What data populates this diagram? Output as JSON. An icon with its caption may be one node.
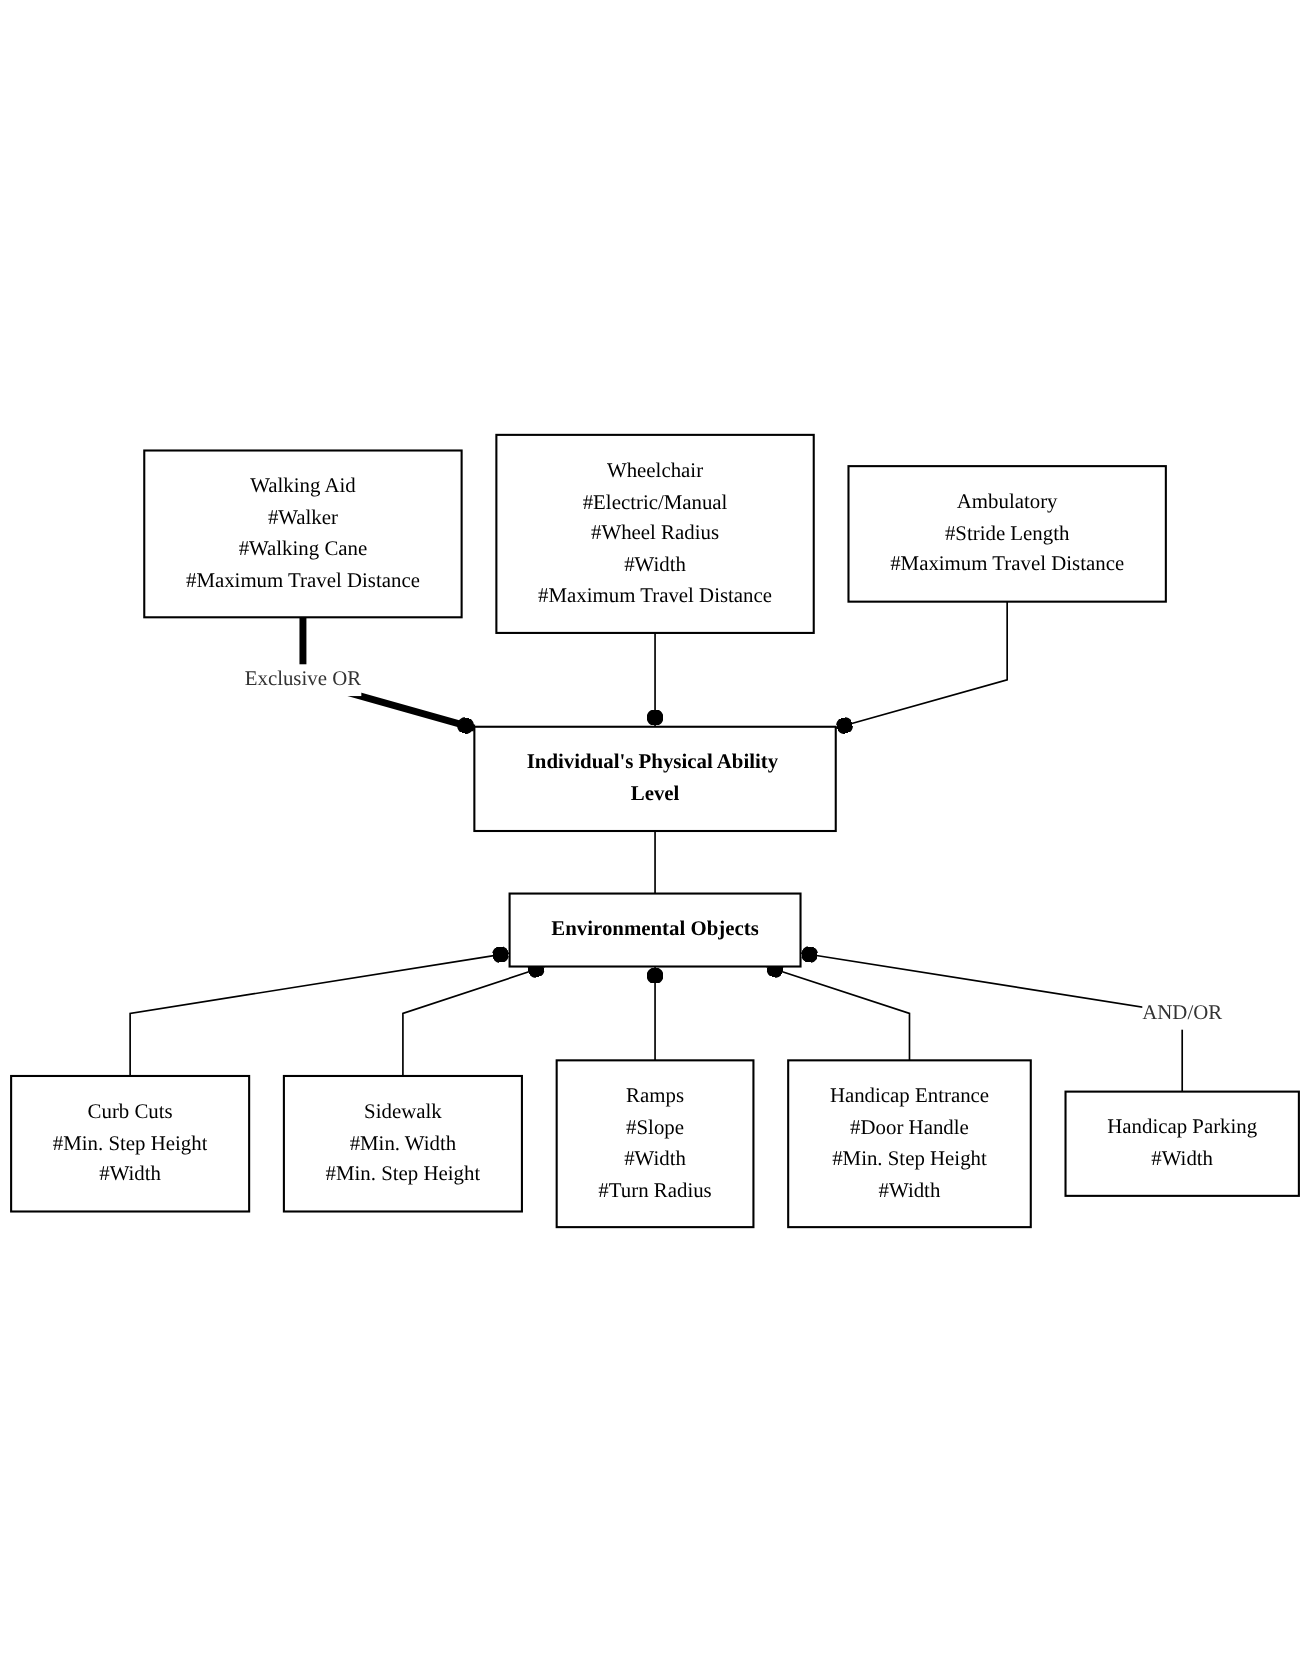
{
  "diagram": {
    "nodes": [
      {
        "text": [
          "Walking Aid",
          "#Walker",
          "#Walking Cane",
          "#Maximum Travel Distance"
        ]
      },
      {
        "text": [
          "Wheelchair",
          "#Electric/Manual",
          "#Wheel Radius",
          "#Width",
          "#Maximum Travel Distance"
        ]
      },
      {
        "text": [
          "Ambulatory",
          "#Stride Length",
          "#Maximum Travel Distance"
        ]
      },
      {
        "text": [
          "Individual's Physical Ability Level"
        ]
      },
      {
        "text": [
          "Environmental Objects"
        ]
      },
      {
        "text": [
          "Curb Cuts",
          "#Min. Step Height",
          "#Width"
        ]
      },
      {
        "text": [
          "Sidewalk",
          "#Min. Width",
          "#Min. Step Height"
        ]
      },
      {
        "text": [
          "Ramps",
          "#Slope",
          "#Width",
          "#Turn Radius"
        ]
      },
      {
        "text": [
          "Handicap Entrance",
          "#Door Handle",
          "#Min. Step Height",
          "#Width"
        ]
      },
      {
        "text": [
          "Handicap Parking",
          "#Width"
        ]
      }
    ],
    "edges": [
      {
        "from": 0,
        "to": 3,
        "arrow": "other",
        "label": "Exclusive OR",
        "style": "thick"
      },
      {
        "from": 1,
        "to": 3,
        "arrow": "other"
      },
      {
        "from": 2,
        "to": 3,
        "arrow": "other"
      },
      {
        "from": 3,
        "to": 4,
        "arrow": "none"
      },
      {
        "from": 5,
        "to": 4,
        "arrow": "other"
      },
      {
        "from": 6,
        "to": 4,
        "arrow": "other"
      },
      {
        "from": 7,
        "to": 4,
        "arrow": "other"
      },
      {
        "from": 8,
        "to": 4,
        "arrow": "other"
      },
      {
        "from": 9,
        "to": 4,
        "arrow": "other",
        "label": "AND/OR"
      }
    ]
  }
}
